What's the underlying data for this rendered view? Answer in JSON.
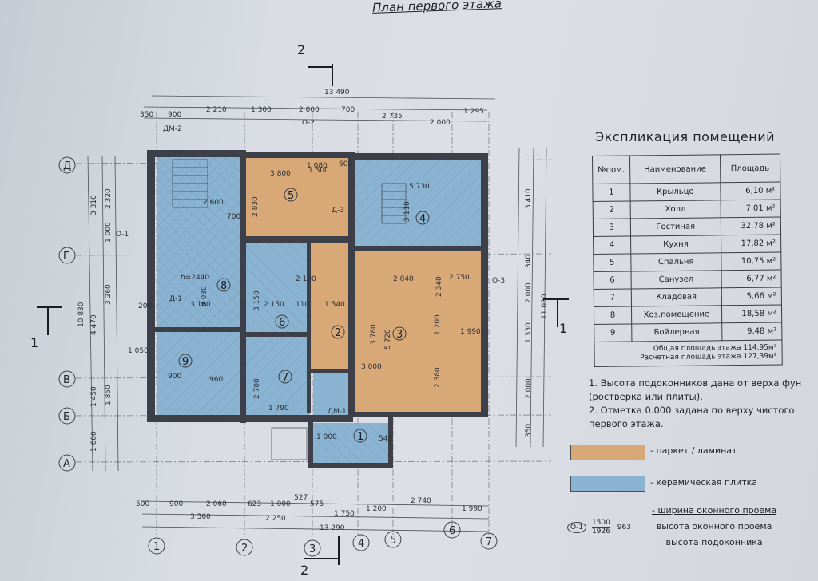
{
  "sheet_title": "План первого этажа",
  "axes": {
    "horizontal": [
      "1",
      "2",
      "3",
      "4",
      "5",
      "6",
      "7"
    ],
    "vertical": [
      "Д",
      "Г",
      "В",
      "Б",
      "А"
    ]
  },
  "section_marks": [
    "1",
    "2"
  ],
  "room_numbers": [
    "1",
    "2",
    "3",
    "4",
    "5",
    "6",
    "7",
    "8",
    "9"
  ],
  "top_dims": [
    "350",
    "900",
    "2 210",
    "1 300",
    "2 000",
    "700",
    "2 735",
    "2 000",
    "1 295",
    "13 490"
  ],
  "bottom_dims": [
    "500",
    "900",
    "2 060",
    "623",
    "1 000",
    "527",
    "575",
    "1 750",
    "1 200",
    "2 740",
    "1 990",
    "3 360",
    "2 250",
    "13 290"
  ],
  "left_dims": [
    "3 310",
    "2 320",
    "1 000",
    "3 260",
    "4 470",
    "10 830",
    "1 450",
    "1 850",
    "1 600"
  ],
  "right_dims": [
    "3 410",
    "340",
    "2 000",
    "1 330",
    "11 030",
    "2 000",
    "350"
  ],
  "inner_labels": [
    "3 800",
    "2 830",
    "1 080",
    "600",
    "5 730",
    "3 110",
    "h=2440",
    "9 030",
    "3 160",
    "2 150",
    "1 540",
    "5 720",
    "1 990",
    "3 150",
    "2 700",
    "1 790",
    "1 200",
    "2 380",
    "3 780",
    "3 000",
    "960",
    "2 340",
    "2 040",
    "2 750",
    "1 500",
    "2 100",
    "Д-3",
    "Д-1",
    "ДМ-2",
    "ДМ-1",
    "О-1",
    "О-2",
    "О-3",
    "1 050",
    "900",
    "200",
    "110",
    "700",
    "2 600",
    "1 000",
    "540"
  ],
  "explication": {
    "title": "Экспликация помещений",
    "headers": [
      "№пом.",
      "Наименование",
      "Площадь"
    ],
    "rows": [
      {
        "num": "1",
        "name": "Крыльцо",
        "area": "6,10 м²"
      },
      {
        "num": "2",
        "name": "Холл",
        "area": "7,01 м²"
      },
      {
        "num": "3",
        "name": "Гостиная",
        "area": "32,78 м²"
      },
      {
        "num": "4",
        "name": "Кухня",
        "area": "17,82 м²"
      },
      {
        "num": "5",
        "name": "Спальня",
        "area": "10,75 м²"
      },
      {
        "num": "6",
        "name": "Санузел",
        "area": "6,77 м²"
      },
      {
        "num": "7",
        "name": "Кладовая",
        "area": "5,66 м²"
      },
      {
        "num": "8",
        "name": "Хоз.помещение",
        "area": "18,58 м²"
      },
      {
        "num": "9",
        "name": "Бойлерная",
        "area": "9,48 м²"
      }
    ],
    "total_label": "Общая площадь этажа",
    "total_value": "114,95м²",
    "calc_label": "Расчетная площадь этажа",
    "calc_value": "127,39м²"
  },
  "notes": [
    "1. Высота подоконников дана от верха фун",
    "(ростверка или плиты).",
    "2. Отметка 0.000 задана по верху чистого",
    "первого этажа."
  ],
  "legend": {
    "parquet": {
      "label": "- паркет / ламинат",
      "color": "#d9a877"
    },
    "tile": {
      "label": "- керамическая плитка",
      "color": "#8ab3d2"
    },
    "window": {
      "label_lines": [
        "- ширина оконного проема",
        "высота оконного проема",
        "высота подоконника"
      ],
      "symbol": "О-1",
      "width": "1500",
      "height": "1926",
      "sill": "963"
    }
  },
  "colors": {
    "wall": "#3d4048",
    "parquet": "#d9a877",
    "tile": "#8ab3d2"
  }
}
